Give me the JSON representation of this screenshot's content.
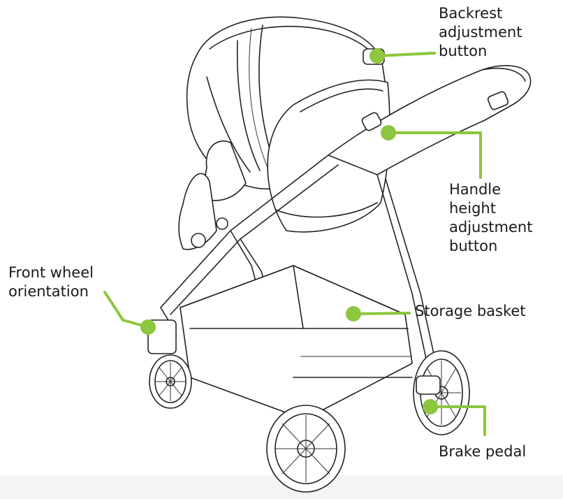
{
  "colors": {
    "callout_accent": "#8dc63f",
    "line_art": "#222222",
    "background": "#ffffff"
  },
  "labels": {
    "backrest": "Backrest\nadjustment\nbutton",
    "handle": "Handle\nheight\nadjustment\nbutton",
    "front_wheel": "Front wheel\norientation",
    "storage": "Storage basket",
    "brake": "Brake pedal"
  }
}
